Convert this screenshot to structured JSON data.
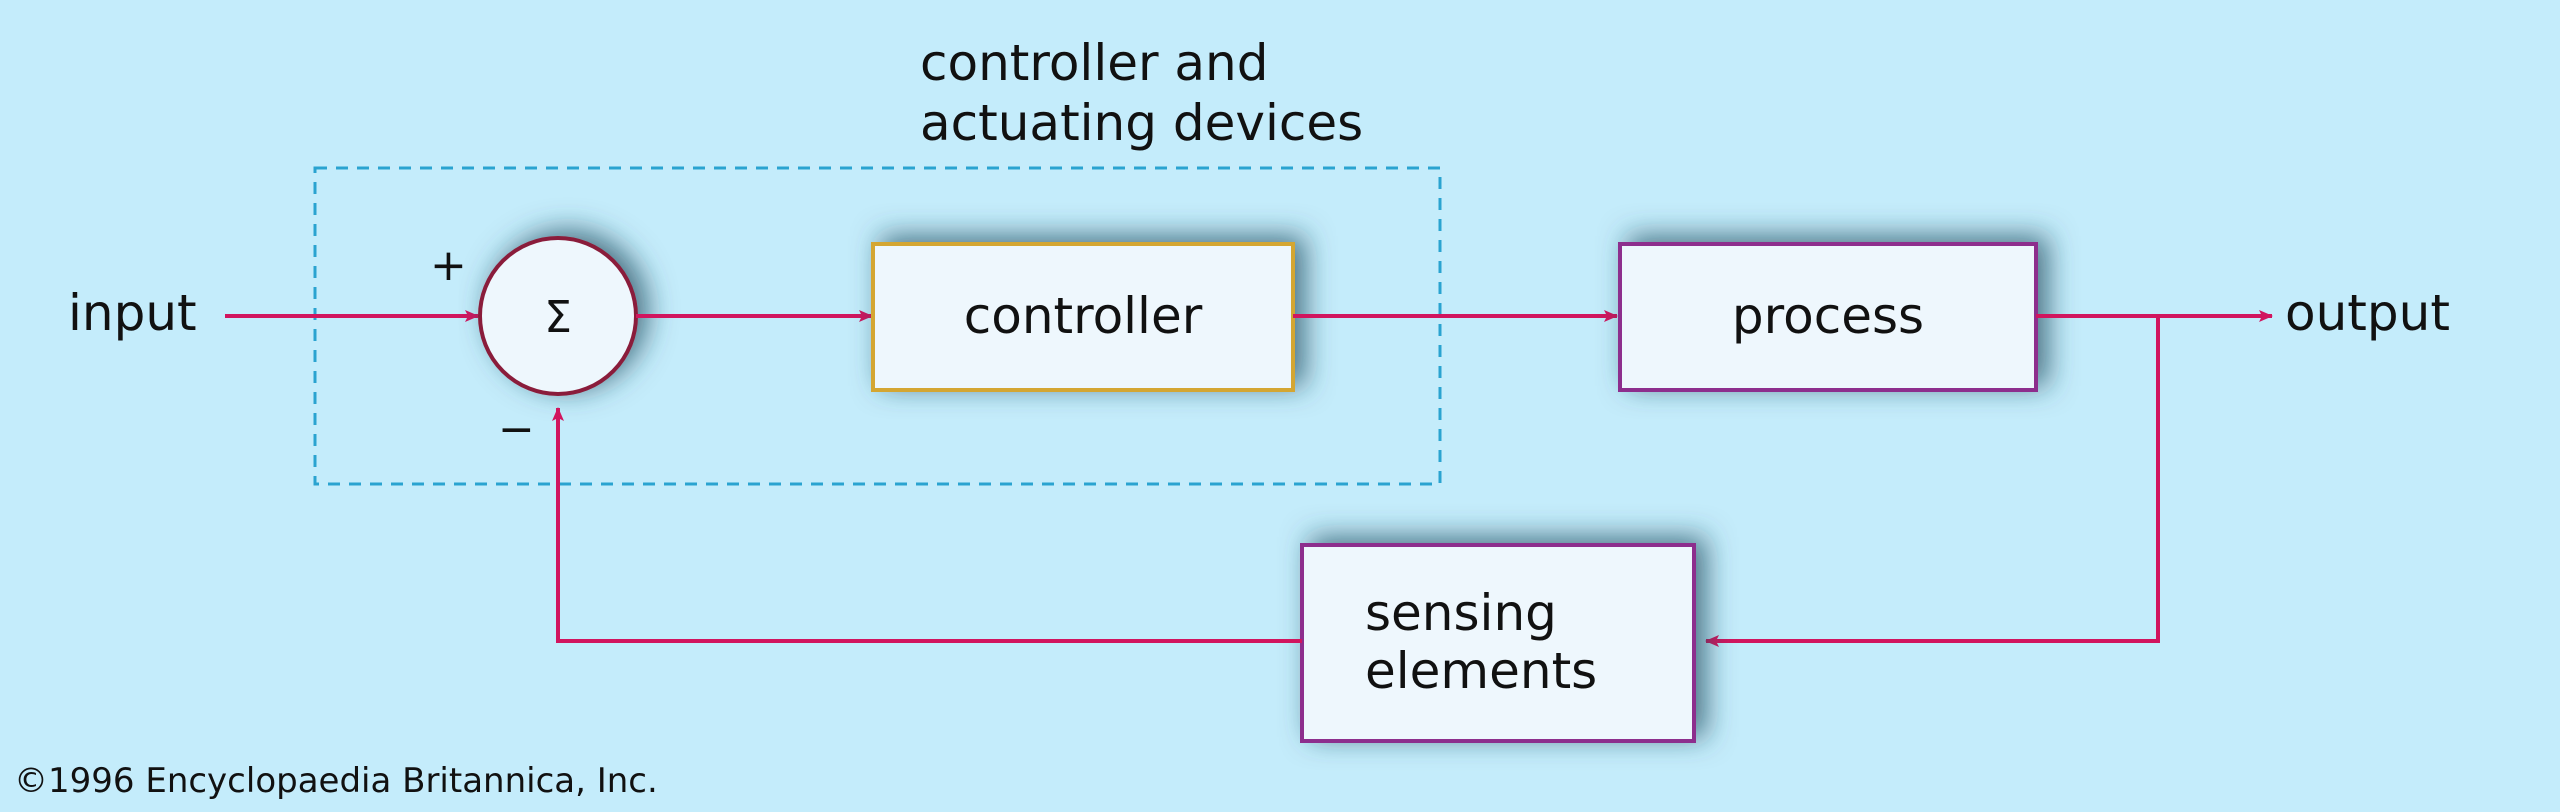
{
  "diagram": {
    "group_label_line1": "controller and",
    "group_label_line2": "actuating devices",
    "input_label": "input",
    "output_label": "output",
    "summing_symbol": "Σ",
    "plus_sign": "+",
    "minus_sign": "−",
    "controller_label": "controller",
    "process_label": "process",
    "sensing_line1": "sensing",
    "sensing_line2": "elements",
    "copyright": "©1996 Encyclopaedia Britannica, Inc."
  },
  "colors": {
    "background": "#c4ecfb",
    "arrow": "#d1155e",
    "controller_border": "#d4a630",
    "block_border": "#8d2f8d",
    "summing_border": "#8a1f3a",
    "dashed_box": "#2aa3d0",
    "block_fill": "#eef7fd"
  }
}
